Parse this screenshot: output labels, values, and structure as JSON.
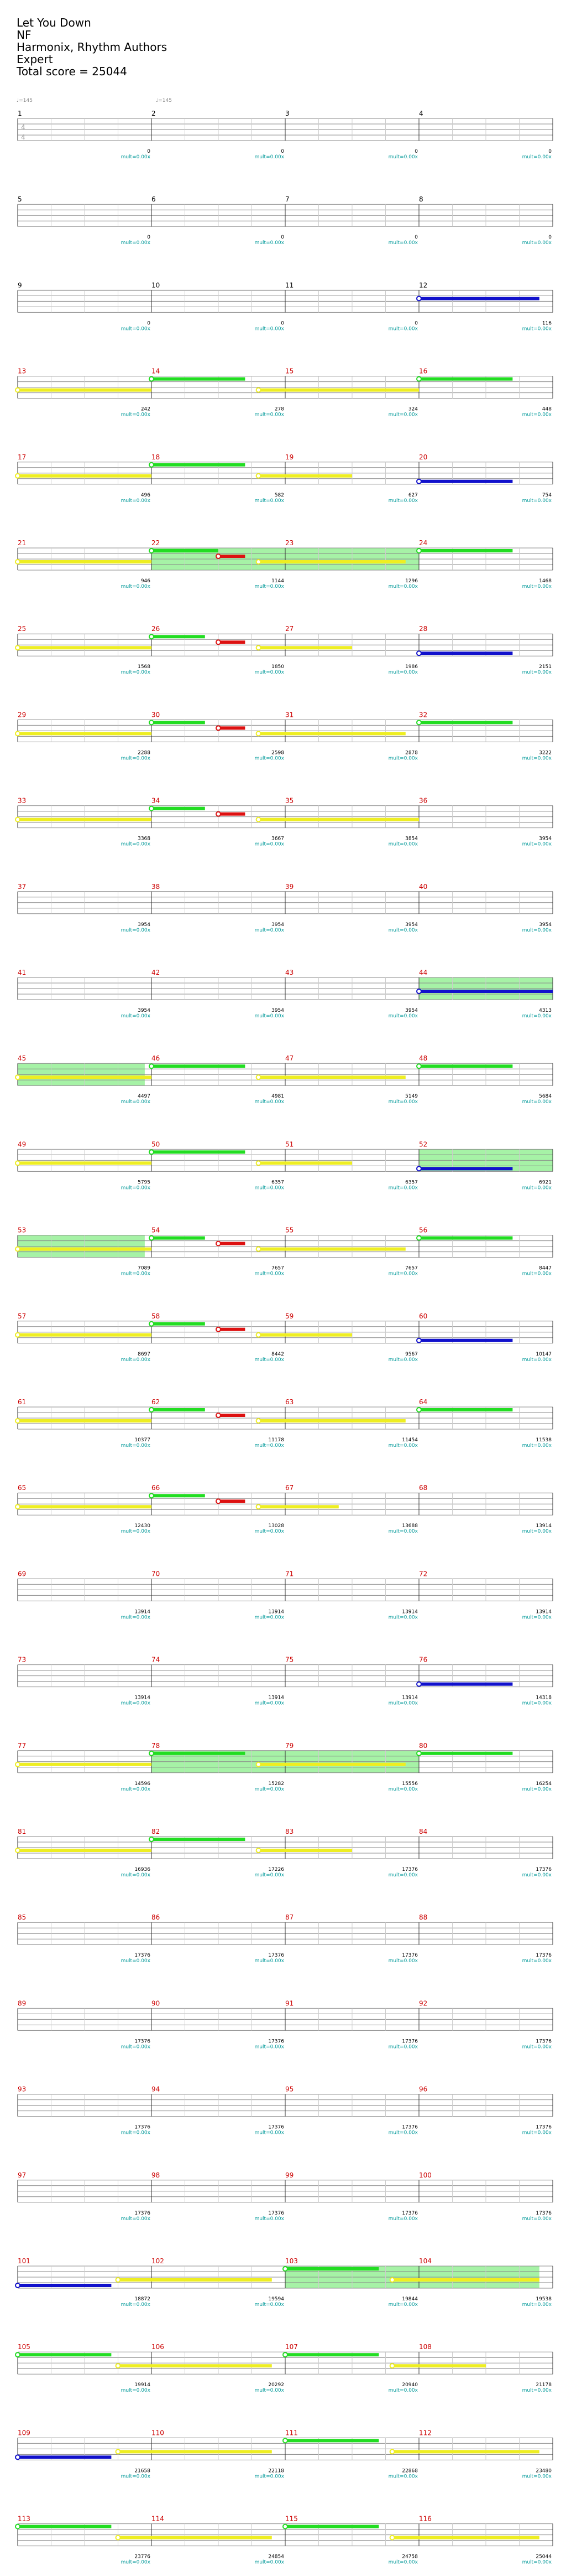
{
  "song": {
    "title": "Let You Down",
    "artist": "NF",
    "charter": "Harmonix, Rhythm Authors",
    "difficulty": "Expert",
    "total_score_text": "Total score = 25044"
  },
  "time_signature": {
    "numerator": "4",
    "denominator": "4"
  },
  "tempo_markers": [
    "♩=145",
    "♩=145"
  ],
  "colors": {
    "staff_line": "#888888",
    "barline": "#333333",
    "measure_number": "#000000",
    "measure_number_alt": "#cc0000",
    "score_number": "#000000",
    "sp_phrase": "#00cc33",
    "sp_label": "#009999",
    "green_note": "#22dd22",
    "yellow_note": "#eeee22",
    "red_note": "#dd1111",
    "blue_note": "#1111cc",
    "activation": "#88ee88"
  },
  "score_label": "mult=0.00x",
  "systems": [
    {
      "row": 1,
      "measures": [
        "1",
        "2",
        "3",
        "4"
      ],
      "scores": [
        "0",
        "0",
        "0",
        "0"
      ],
      "red": false
    },
    {
      "row": 2,
      "measures": [
        "5",
        "6",
        "7",
        "8"
      ],
      "scores": [
        "0",
        "0",
        "0",
        "0"
      ],
      "red": false
    },
    {
      "row": 3,
      "measures": [
        "9",
        "10",
        "11",
        "12"
      ],
      "scores": [
        "0",
        "0",
        "0",
        "116"
      ],
      "red": false
    },
    {
      "row": 4,
      "measures": [
        "13",
        "14",
        "15",
        "16"
      ],
      "scores": [
        "242",
        "278",
        "324",
        "448"
      ],
      "red": true
    },
    {
      "row": 5,
      "measures": [
        "17",
        "18",
        "19",
        "20"
      ],
      "scores": [
        "496",
        "582",
        "627",
        "754"
      ],
      "red": true
    },
    {
      "row": 6,
      "measures": [
        "21",
        "22",
        "23",
        "24"
      ],
      "scores": [
        "946",
        "1144",
        "1296",
        "1468"
      ],
      "red": true
    },
    {
      "row": 7,
      "measures": [
        "25",
        "26",
        "27",
        "28"
      ],
      "scores": [
        "1568",
        "1850",
        "1986",
        "2151"
      ],
      "red": true
    },
    {
      "row": 8,
      "measures": [
        "29",
        "30",
        "31",
        "32"
      ],
      "scores": [
        "2288",
        "2598",
        "2878",
        "3222"
      ],
      "red": true
    },
    {
      "row": 9,
      "measures": [
        "33",
        "34",
        "35",
        "36"
      ],
      "scores": [
        "3368",
        "3667",
        "3854",
        "3954"
      ],
      "red": true
    },
    {
      "row": 10,
      "measures": [
        "37",
        "38",
        "39",
        "40"
      ],
      "scores": [
        "3954",
        "3954",
        "3954",
        "3954"
      ],
      "red": true
    },
    {
      "row": 11,
      "measures": [
        "41",
        "42",
        "43",
        "44"
      ],
      "scores": [
        "3954",
        "3954",
        "3954",
        "4313"
      ],
      "red": true
    },
    {
      "row": 12,
      "measures": [
        "45",
        "46",
        "47",
        "48"
      ],
      "scores": [
        "4497",
        "4981",
        "5149",
        "5684"
      ],
      "red": true
    },
    {
      "row": 13,
      "measures": [
        "49",
        "50",
        "51",
        "52"
      ],
      "scores": [
        "5795",
        "6357",
        "6357",
        "6921"
      ],
      "red": true
    },
    {
      "row": 14,
      "measures": [
        "53",
        "54",
        "55",
        "56"
      ],
      "scores": [
        "7089",
        "7657",
        "7657",
        "8447"
      ],
      "red": true
    },
    {
      "row": 15,
      "measures": [
        "57",
        "58",
        "59",
        "60"
      ],
      "scores": [
        "8697",
        "8442",
        "9567",
        "10147"
      ],
      "red": true
    },
    {
      "row": 16,
      "measures": [
        "61",
        "62",
        "63",
        "64"
      ],
      "scores": [
        "10377",
        "11178",
        "11454",
        "11538"
      ],
      "red": true
    },
    {
      "row": 17,
      "measures": [
        "65",
        "66",
        "67",
        "68"
      ],
      "scores": [
        "12430",
        "13028",
        "13688",
        "13914"
      ],
      "red": true
    },
    {
      "row": 18,
      "measures": [
        "69",
        "70",
        "71",
        "72"
      ],
      "scores": [
        "13914",
        "13914",
        "13914",
        "13914"
      ],
      "red": true
    },
    {
      "row": 19,
      "measures": [
        "73",
        "74",
        "75",
        "76"
      ],
      "scores": [
        "13914",
        "13914",
        "13914",
        "14318"
      ],
      "red": true
    },
    {
      "row": 20,
      "measures": [
        "77",
        "78",
        "79",
        "80"
      ],
      "scores": [
        "14596",
        "15282",
        "15556",
        "16254"
      ],
      "red": true
    },
    {
      "row": 21,
      "measures": [
        "81",
        "82",
        "83",
        "84"
      ],
      "scores": [
        "16936",
        "17226",
        "17376",
        "17376"
      ],
      "red": true
    },
    {
      "row": 22,
      "measures": [
        "85",
        "86",
        "87",
        "88"
      ],
      "scores": [
        "17376",
        "17376",
        "17376",
        "17376"
      ],
      "red": true
    },
    {
      "row": 23,
      "measures": [
        "89",
        "90",
        "91",
        "92"
      ],
      "scores": [
        "17376",
        "17376",
        "17376",
        "17376"
      ],
      "red": true
    },
    {
      "row": 24,
      "measures": [
        "93",
        "94",
        "95",
        "96"
      ],
      "scores": [
        "17376",
        "17376",
        "17376",
        "17376"
      ],
      "red": true
    },
    {
      "row": 25,
      "measures": [
        "97",
        "98",
        "99",
        "100"
      ],
      "scores": [
        "17376",
        "17376",
        "17376",
        "17376"
      ],
      "red": true
    },
    {
      "row": 26,
      "measures": [
        "101",
        "102",
        "103",
        "104"
      ],
      "scores": [
        "18872",
        "19594",
        "19844",
        "19538"
      ],
      "red": true
    },
    {
      "row": 27,
      "measures": [
        "105",
        "106",
        "107",
        "108"
      ],
      "scores": [
        "19914",
        "20292",
        "20940",
        "21178"
      ],
      "red": true
    },
    {
      "row": 28,
      "measures": [
        "109",
        "110",
        "111",
        "112"
      ],
      "scores": [
        "21658",
        "22118",
        "22868",
        "23480"
      ],
      "red": true
    },
    {
      "row": 29,
      "measures": [
        "113",
        "114",
        "115",
        "116"
      ],
      "scores": [
        "23776",
        "24854",
        "24758",
        "25044"
      ],
      "red": true
    }
  ]
}
